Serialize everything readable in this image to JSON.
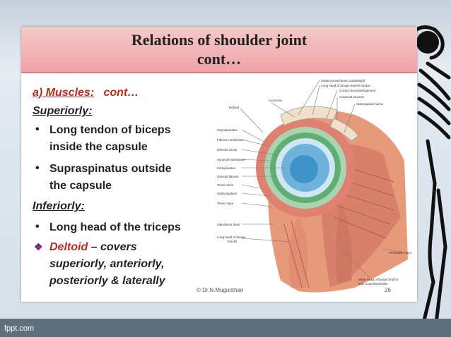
{
  "slide": {
    "title_line1": "Relations of shoulder joint",
    "title_line2": "cont…",
    "section_prefix": "a) Muscles:",
    "section_suffix": "cont…",
    "superiorly_heading": "Superiorly:",
    "sup_b1_line1": "Long tendon of biceps",
    "sup_b1_line2": "inside the capsule",
    "sup_b2_line1": "Supraspinatus outside",
    "sup_b2_line2": "the capsule",
    "inferiorly_heading": "Inferiorly:",
    "inf_b1": "Long head of the triceps",
    "deltoid_word": "Deltoid",
    "deltoid_rest": " – covers",
    "deltoid_line2": "superiorly, anteriorly,",
    "deltoid_line3": "posteriorly & laterally",
    "bullet_glyph": "•",
    "diamond_glyph": "❖",
    "copyright": "© Dr.N.Mugunthan",
    "page_number": "26"
  },
  "figure_labels": {
    "subacromial_bursa": "Subacromial bursa (subdeltoid)",
    "long_head_tendon": "Long head of biceps brachii tendon",
    "coraco_acromial": "Coraco-acromial ligament",
    "coracoid": "Coracoid process",
    "acromion": "Acromion",
    "subscapular_bursa": "Subscapular bursa",
    "deltoid": "Deltoid",
    "supraspinatus": "Supraspinatus",
    "fibrous_membrane": "Fibrous membrane",
    "glenoid_cavity": "Glenoid cavity",
    "synovial_membrane": "Synovial membrane",
    "infraspinatus": "Infraspinatus",
    "glenoid_labrum": "Glenoid labrum",
    "teres_minor": "Teres minor",
    "subscapularis": "Subscapularis",
    "teres_major": "Teres major",
    "latissimus": "Latissimus dorsi",
    "long_head_biceps_1": "Long head of biceps",
    "long_head_biceps_2": "brachii",
    "pectoralis": "Pectoralis major",
    "short_head_1": "Short head of biceps brachii",
    "short_head_2": "and coracobrachialis"
  },
  "template": {
    "brand": "fppt.com"
  },
  "colors": {
    "title_band": "#eea3a6",
    "accent_red": "#c0271f",
    "bullet_diamond": "#7d2a8c",
    "bottom_bar": "#5f6f7c"
  }
}
